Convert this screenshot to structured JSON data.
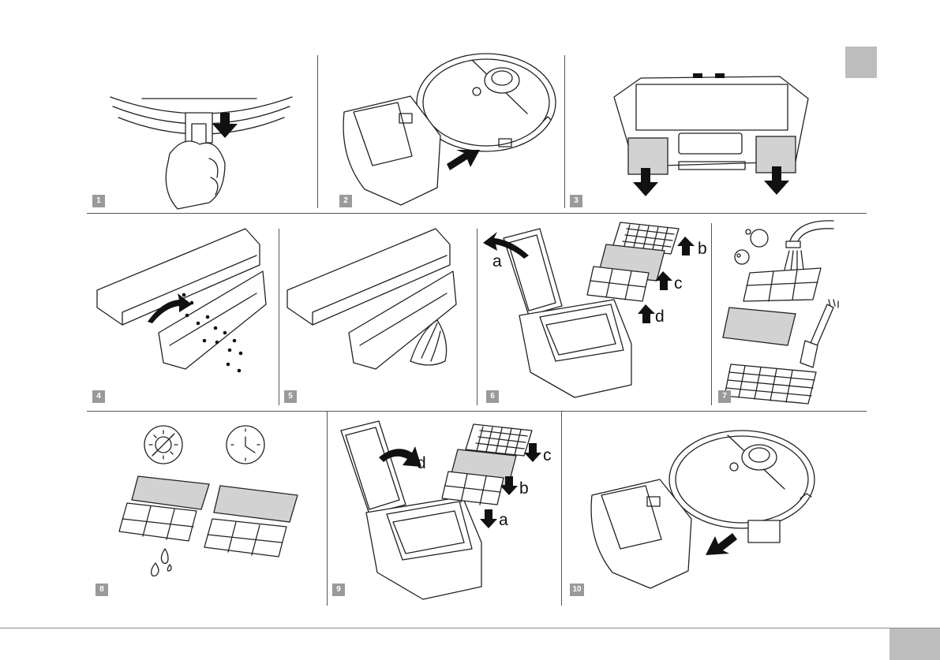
{
  "steps": [
    {
      "number": "1",
      "icons": [
        "hand-icon",
        "arrow-down-icon"
      ]
    },
    {
      "number": "2",
      "icons": [
        "robot-vacuum-icon",
        "dust-bin-icon",
        "arrow-icon"
      ]
    },
    {
      "number": "3",
      "icons": [
        "dust-bin-icon",
        "arrow-down-icon"
      ]
    },
    {
      "number": "4",
      "icons": [
        "dust-bin-icon",
        "arrow-icon",
        "dirt-particles-icon"
      ]
    },
    {
      "number": "5",
      "icons": [
        "dust-bin-icon",
        "cloth-icon"
      ]
    },
    {
      "number": "6",
      "icons": [
        "dust-bin-icon",
        "filter-icon",
        "arrow-up-icon"
      ],
      "labels": {
        "a": "a",
        "b": "b",
        "c": "c",
        "d": "d"
      }
    },
    {
      "number": "7",
      "icons": [
        "faucet-icon",
        "filter-icon",
        "brush-icon",
        "bubbles-icon"
      ]
    },
    {
      "number": "8",
      "icons": [
        "sun-icon",
        "clock-icon",
        "filter-icon",
        "water-drops-icon"
      ]
    },
    {
      "number": "9",
      "icons": [
        "dust-bin-icon",
        "filter-icon",
        "arrow-down-icon"
      ],
      "labels": {
        "a": "a",
        "b": "b",
        "c": "c",
        "d": "d"
      }
    },
    {
      "number": "10",
      "icons": [
        "robot-vacuum-icon",
        "dust-bin-icon",
        "arrow-icon"
      ]
    }
  ],
  "colors": {
    "page_tab": "#bdbdbd",
    "step_badge": "#9a9a9a",
    "line": "#222222",
    "filter_fill": "#d2d2d2"
  }
}
